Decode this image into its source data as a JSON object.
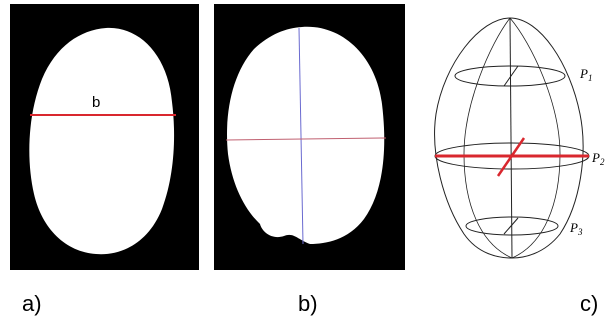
{
  "figure": {
    "panel_a": {
      "caption": "a)",
      "measure_label": "b"
    },
    "panel_b": {
      "caption": "b)"
    },
    "panel_c": {
      "caption": "c)",
      "planes": [
        {
          "letter": "P",
          "sub": "1"
        },
        {
          "letter": "P",
          "sub": "2"
        },
        {
          "letter": "P",
          "sub": "3"
        }
      ]
    },
    "colors": {
      "background": "#000000",
      "egg_fill": "#ffffff",
      "measure_line": "#d9272e",
      "axis_line": "#6a6ad0",
      "outline": "#222222"
    }
  }
}
